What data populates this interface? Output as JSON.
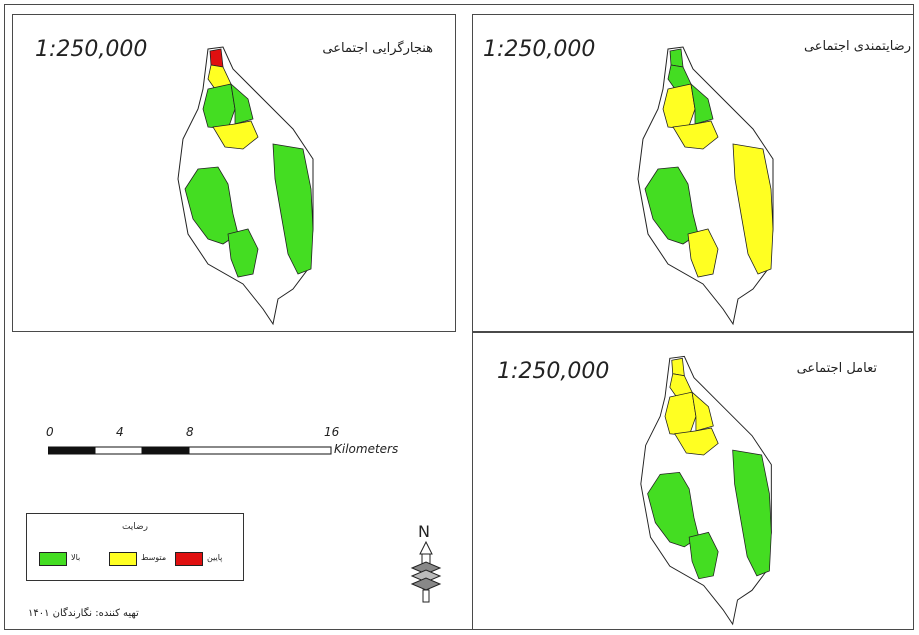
{
  "panels": [
    {
      "id": "normativity",
      "title": "هنجارگرایی اجتماعی",
      "scale": "1:250,000"
    },
    {
      "id": "satisfaction",
      "title": "رضایتمندی اجتماعی",
      "scale": "1:250,000"
    },
    {
      "id": "interaction",
      "title": "تعامل اجتماعی",
      "scale": "1:250,000"
    }
  ],
  "scalebar": {
    "ticks": [
      "0",
      "4",
      "8",
      "16"
    ],
    "units": "Kilometers"
  },
  "north_arrow": {
    "label": "N",
    "icon": "north-arrow-icon"
  },
  "legend": {
    "title": "رضایت",
    "items": [
      {
        "label": "پایین",
        "color": "#e41a1c"
      },
      {
        "label": "متوسط",
        "color": "#ffff33"
      },
      {
        "label": "بالا",
        "color": "#33cc33"
      }
    ]
  },
  "credit": "تهیه کننده: نگارندگان ۱۴۰۱",
  "colors": {
    "green": "#44dd22",
    "yellow": "#ffff22",
    "red": "#e01010",
    "outline": "#222222"
  }
}
